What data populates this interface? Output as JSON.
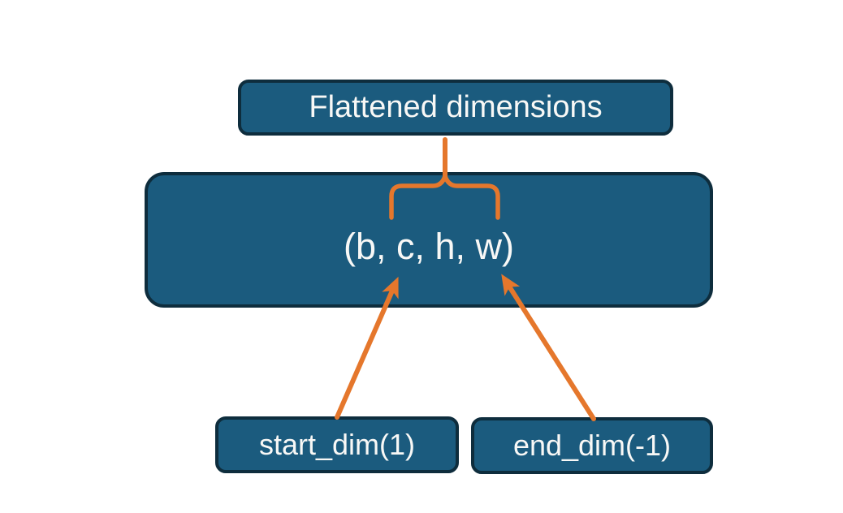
{
  "diagram": {
    "nodes": {
      "flattened": {
        "label": "Flattened dimensions"
      },
      "tensor": {
        "label": "(b, c, h, w)"
      },
      "start": {
        "label": "start_dim(1)"
      },
      "end": {
        "label": "end_dim(-1)"
      }
    },
    "connectors": {
      "stem": "vertical line from Flattened dimensions node down to brace",
      "brace": "downward-opening curly brace over c..w span",
      "arrow_start": "arrow from start_dim(1) node up to dimension c",
      "arrow_end": "arrow from end_dim(-1) node up to dimension w"
    }
  },
  "colors": {
    "node_fill": "#1b5b7e",
    "node_border": "#0e2d3d",
    "accent": "#e5772c",
    "node_text": "#f8f8f6",
    "background": "#ffffff"
  }
}
